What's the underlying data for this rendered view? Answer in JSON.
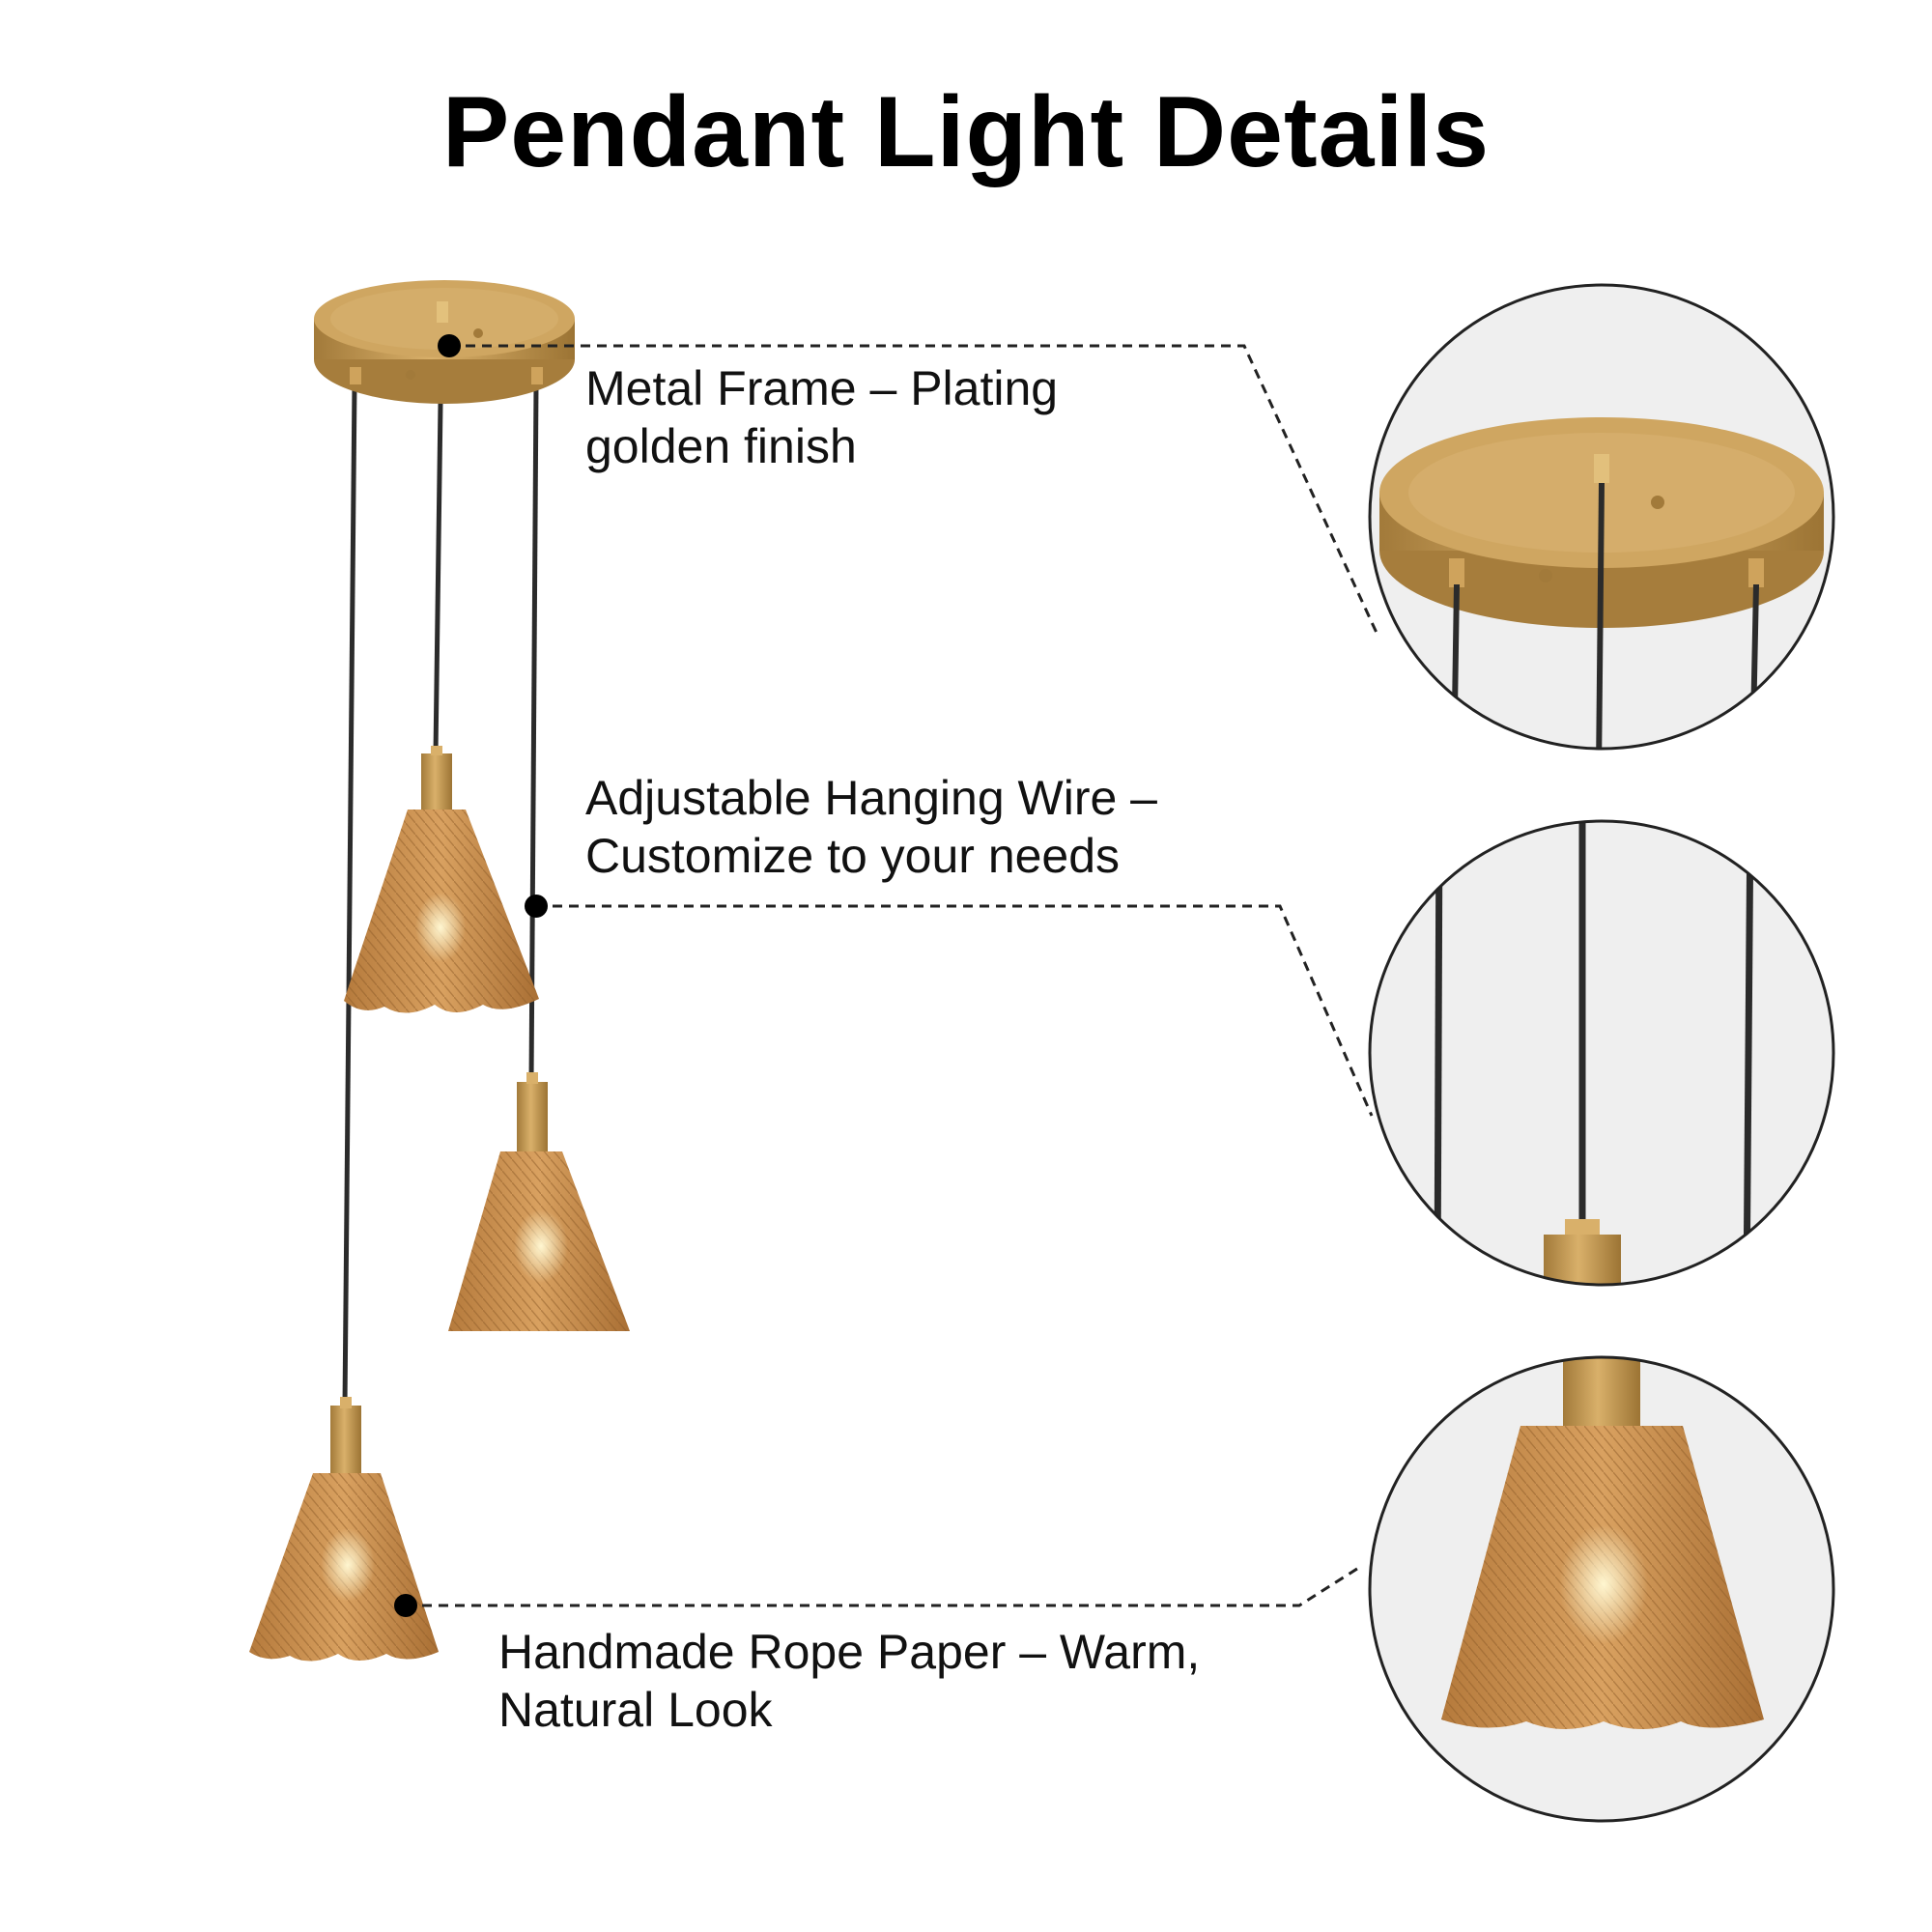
{
  "title": "Pendant Light Details",
  "features": [
    {
      "line1": "Metal Frame – Plating",
      "line2": "golden finish"
    },
    {
      "line1": "Adjustable Hanging Wire –",
      "line2": "Customize to your needs"
    },
    {
      "line1": "Handmade Rope Paper – Warm,",
      "line2": "Natural Look"
    }
  ],
  "colors": {
    "brass": "#c89a52",
    "brass_dark": "#a27a3a",
    "rope": "#c98d4a",
    "rope_dark": "#9e6a32",
    "wire": "#2b2b2b",
    "circle_bg": "#efefef"
  }
}
